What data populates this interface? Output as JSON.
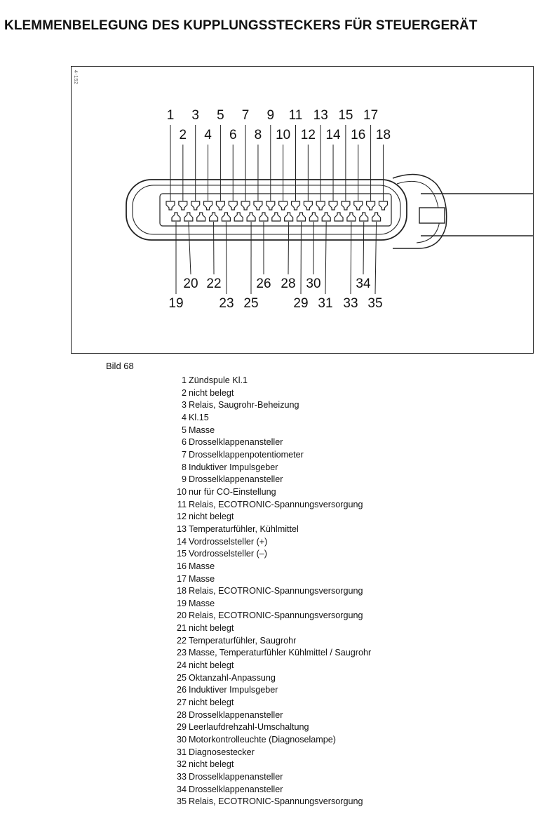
{
  "title": "KLEMMENBELEGUNG DES KUPPLUNGSSTECKERS FÜR STEUERGERÄT",
  "figure_code": "4-152",
  "caption": "Bild 68",
  "pins": [
    {
      "num": "1",
      "label": "Zündspule Kl.1"
    },
    {
      "num": "2",
      "label": "nicht belegt"
    },
    {
      "num": "3",
      "label": "Relais, Saugrohr-Beheizung"
    },
    {
      "num": "4",
      "label": "Kl.15"
    },
    {
      "num": "5",
      "label": "Masse"
    },
    {
      "num": "6",
      "label": "Drosselklappenansteller"
    },
    {
      "num": "7",
      "label": "Drosselklappenpotentiometer"
    },
    {
      "num": "8",
      "label": "Induktiver Impulsgeber"
    },
    {
      "num": "9",
      "label": "Drosselklappenansteller"
    },
    {
      "num": "10",
      "label": "nur für CO-Einstellung"
    },
    {
      "num": "11",
      "label": "Relais, ECOTRONIC-Spannungsversorgung"
    },
    {
      "num": "12",
      "label": "nicht belegt"
    },
    {
      "num": "13",
      "label": "Temperaturfühler, Kühlmittel"
    },
    {
      "num": "14",
      "label": "Vordrosselsteller (+)"
    },
    {
      "num": "15",
      "label": "Vordrosselsteller (–)"
    },
    {
      "num": "16",
      "label": "Masse"
    },
    {
      "num": "17",
      "label": "Masse"
    },
    {
      "num": "18",
      "label": "Relais, ECOTRONIC-Spannungsversorgung"
    },
    {
      "num": "19",
      "label": "Masse"
    },
    {
      "num": "20",
      "label": "Relais, ECOTRONIC-Spannungsversorgung"
    },
    {
      "num": "21",
      "label": "nicht belegt"
    },
    {
      "num": "22",
      "label": "Temperaturfühler, Saugrohr"
    },
    {
      "num": "23",
      "label": "Masse, Temperaturfühler Kühlmittel / Saugrohr"
    },
    {
      "num": "24",
      "label": "nicht belegt"
    },
    {
      "num": "25",
      "label": "Oktanzahl-Anpassung"
    },
    {
      "num": "26",
      "label": "Induktiver Impulsgeber"
    },
    {
      "num": "27",
      "label": "nicht belegt"
    },
    {
      "num": "28",
      "label": "Drosselklappenansteller"
    },
    {
      "num": "29",
      "label": "Leerlaufdrehzahl-Umschaltung"
    },
    {
      "num": "30",
      "label": "Motorkontrolleuchte (Diagnoselampe)"
    },
    {
      "num": "31",
      "label": "Diagnosestecker"
    },
    {
      "num": "32",
      "label": "nicht belegt"
    },
    {
      "num": "33",
      "label": "Drosselklappenansteller"
    },
    {
      "num": "34",
      "label": "Drosselklappenansteller"
    },
    {
      "num": "35",
      "label": "Relais, ECOTRONIC-Spannungsversorgung"
    }
  ]
}
